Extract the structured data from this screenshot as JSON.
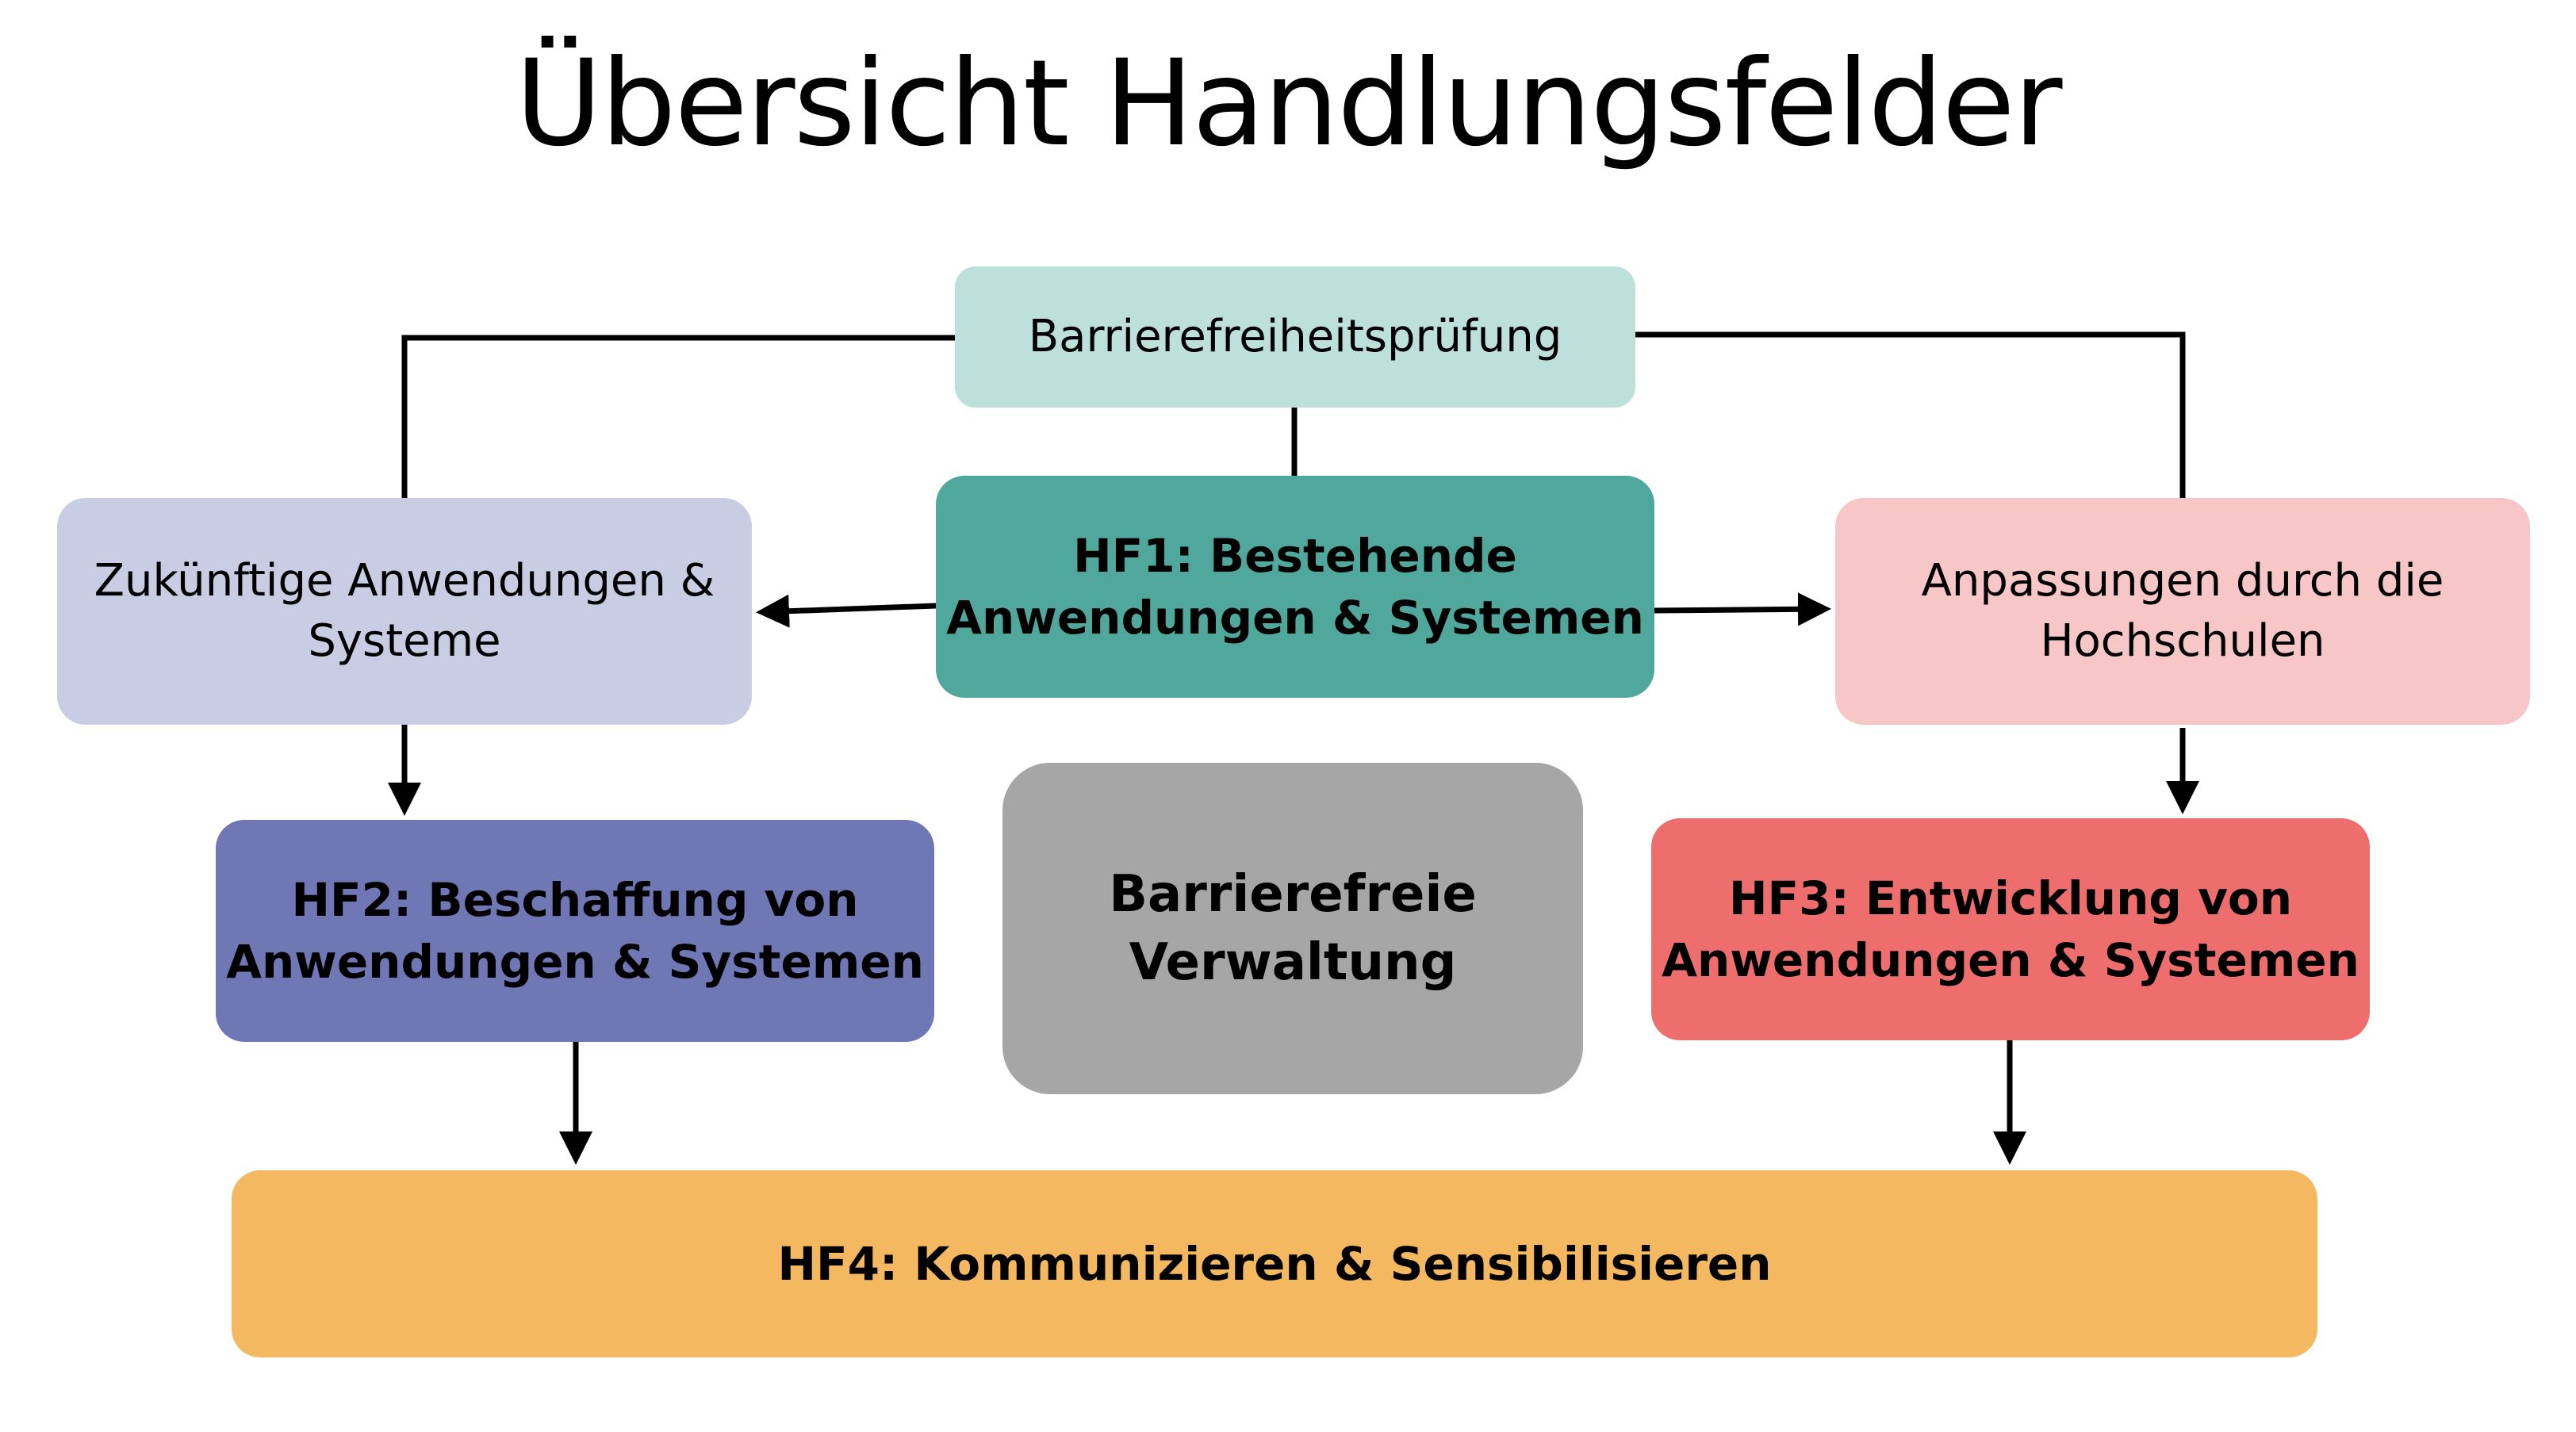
{
  "title": "Übersicht Handlungsfelder",
  "nodes": {
    "pruefung": {
      "label": "Barrierefreiheitsprüfung",
      "color": "#bde0db"
    },
    "hf1": {
      "label": "HF1: Bestehende\nAnwendungen & Systemen",
      "color": "#4fa89b"
    },
    "zukunft": {
      "label": "Zukünftige Anwendungen &\nSysteme",
      "color": "#c9cde3"
    },
    "anpassungen": {
      "label": "Anpassungen durch die\nHochschulen",
      "color": "#f6c7c6"
    },
    "hf2": {
      "label": "HF2: Beschaffung von\nAnwendungen & Systemen",
      "color": "#6f77b5"
    },
    "verwaltung": {
      "label": "Barrierefreie\nVerwaltung",
      "color": "#a6a6a6"
    },
    "hf3": {
      "label": "HF3: Entwicklung von\nAnwendungen & Systemen",
      "color": "#ee6e6e"
    },
    "hf4": {
      "label": "HF4: Kommunizieren & Sensibilisieren",
      "color": "#f4b860"
    }
  },
  "edges": [
    {
      "from": "pruefung",
      "to": "zukunft",
      "arrow": false
    },
    {
      "from": "pruefung",
      "to": "anpassungen",
      "arrow": false
    },
    {
      "from": "pruefung",
      "to": "hf1",
      "arrow": false
    },
    {
      "from": "hf1",
      "to": "zukunft",
      "arrow": true
    },
    {
      "from": "hf1",
      "to": "anpassungen",
      "arrow": true
    },
    {
      "from": "zukunft",
      "to": "hf2",
      "arrow": true
    },
    {
      "from": "anpassungen",
      "to": "hf3",
      "arrow": true
    },
    {
      "from": "hf2",
      "to": "hf4",
      "arrow": true
    },
    {
      "from": "hf3",
      "to": "hf4",
      "arrow": true
    }
  ]
}
